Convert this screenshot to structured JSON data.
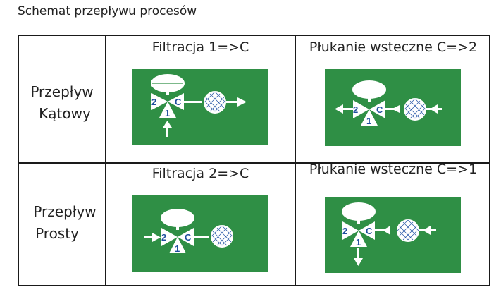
{
  "title": "Schemat przepływu procesów",
  "rows": [
    {
      "label_line1": "Przepływ",
      "label_line2": "Kątowy"
    },
    {
      "label_line1": "Przepływ",
      "label_line2": "Prosty"
    }
  ],
  "cells": [
    {
      "title": "Filtracja 1=>C"
    },
    {
      "title": "Płukanie wsteczne C=>2"
    },
    {
      "title": "Filtracja 2=>C"
    },
    {
      "title": "Płukanie wsteczne C=>1"
    }
  ],
  "valve_labels": {
    "port2": "2",
    "portC": "C",
    "port1": "1"
  },
  "colors": {
    "panel": "#2f8f45",
    "valve": "#ffffff",
    "port_text": "#1f4e9e",
    "mesh": "#2b5aa8"
  }
}
